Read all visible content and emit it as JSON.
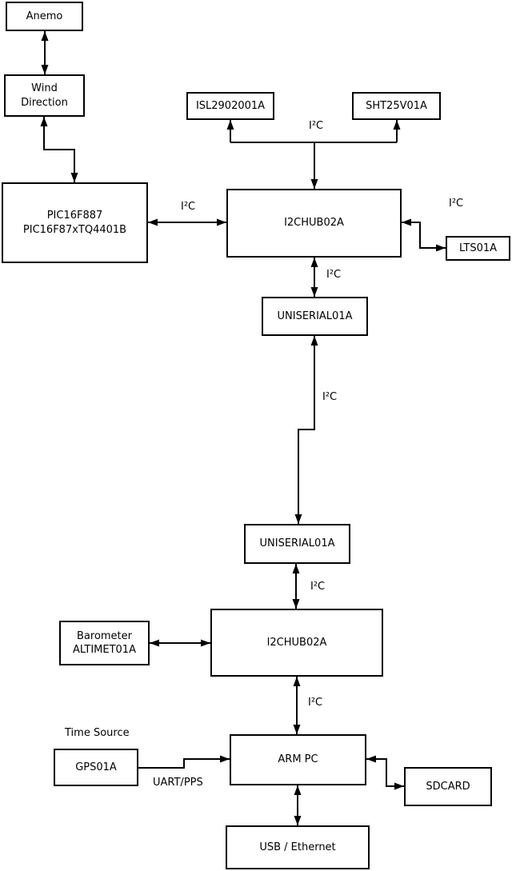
{
  "diagram": {
    "nodes": {
      "anemo": {
        "label": "Anemo"
      },
      "wind": {
        "line1": "Wind",
        "line2": "Direction"
      },
      "pic": {
        "line1": "PIC16F887",
        "line2": "PIC16F87xTQ4401B"
      },
      "isl": {
        "label": "ISL2902001A"
      },
      "sht": {
        "label": "SHT25V01A"
      },
      "hub1": {
        "label": "I2CHUB02A"
      },
      "lts": {
        "label": "LTS01A"
      },
      "uniserial1": {
        "label": "UNISERIAL01A"
      },
      "uniserial2": {
        "label": "UNISERIAL01A"
      },
      "hub2": {
        "label": "I2CHUB02A"
      },
      "barometer": {
        "line1": "Barometer",
        "line2": "ALTIMET01A"
      },
      "gps": {
        "label": "GPS01A"
      },
      "armpc": {
        "label": "ARM PC"
      },
      "sdcard": {
        "label": "SDCARD"
      },
      "usb": {
        "label": "USB / Ethernet"
      }
    },
    "labels": {
      "i2c": "I²C",
      "time_source": "Time Source",
      "uart_pps": "UART/PPS"
    },
    "colors": {
      "stroke": "#000000",
      "background": "#ffffff",
      "box_fill": "#ffffff"
    }
  }
}
